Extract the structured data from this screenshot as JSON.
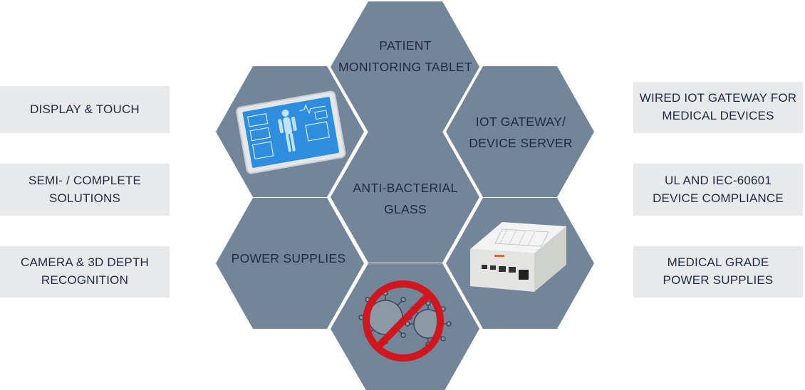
{
  "left_boxes": [
    {
      "text": "DISPLAY & TOUCH"
    },
    {
      "text": "SEMI- / COMPLETE\nSOLUTIONS"
    },
    {
      "text": "CAMERA & 3D DEPTH\nRECOGNITION"
    }
  ],
  "right_boxes": [
    {
      "text": "WIRED IOT GATEWAY FOR\nMEDICAL DEVICES"
    },
    {
      "text": "UL AND IEC-60601\nDEVICE COMPLIANCE"
    },
    {
      "text": "MEDICAL GRADE\nPOWER SUPPLIES"
    }
  ],
  "hexagons": {
    "top": {
      "line1": "PATIENT",
      "line2": "MONITORING TABLET"
    },
    "upper_right": {
      "line1": "IOT GATEWAY/",
      "line2": "DEVICE SERVER"
    },
    "center": {
      "line1": "ANTI-BACTERIAL",
      "line2": "GLASS"
    },
    "lower_left": {
      "line1": "POWER SUPPLIES"
    },
    "upper_left_icon": "medical-tablet-icon",
    "lower_right_icon": "device-server-icon",
    "bottom_icon": "no-virus-icon"
  },
  "colors": {
    "hexagon": "#738599",
    "box_bg": "#e8e9eb",
    "text": "#1f2a44",
    "prohibition": "#d0161f"
  }
}
